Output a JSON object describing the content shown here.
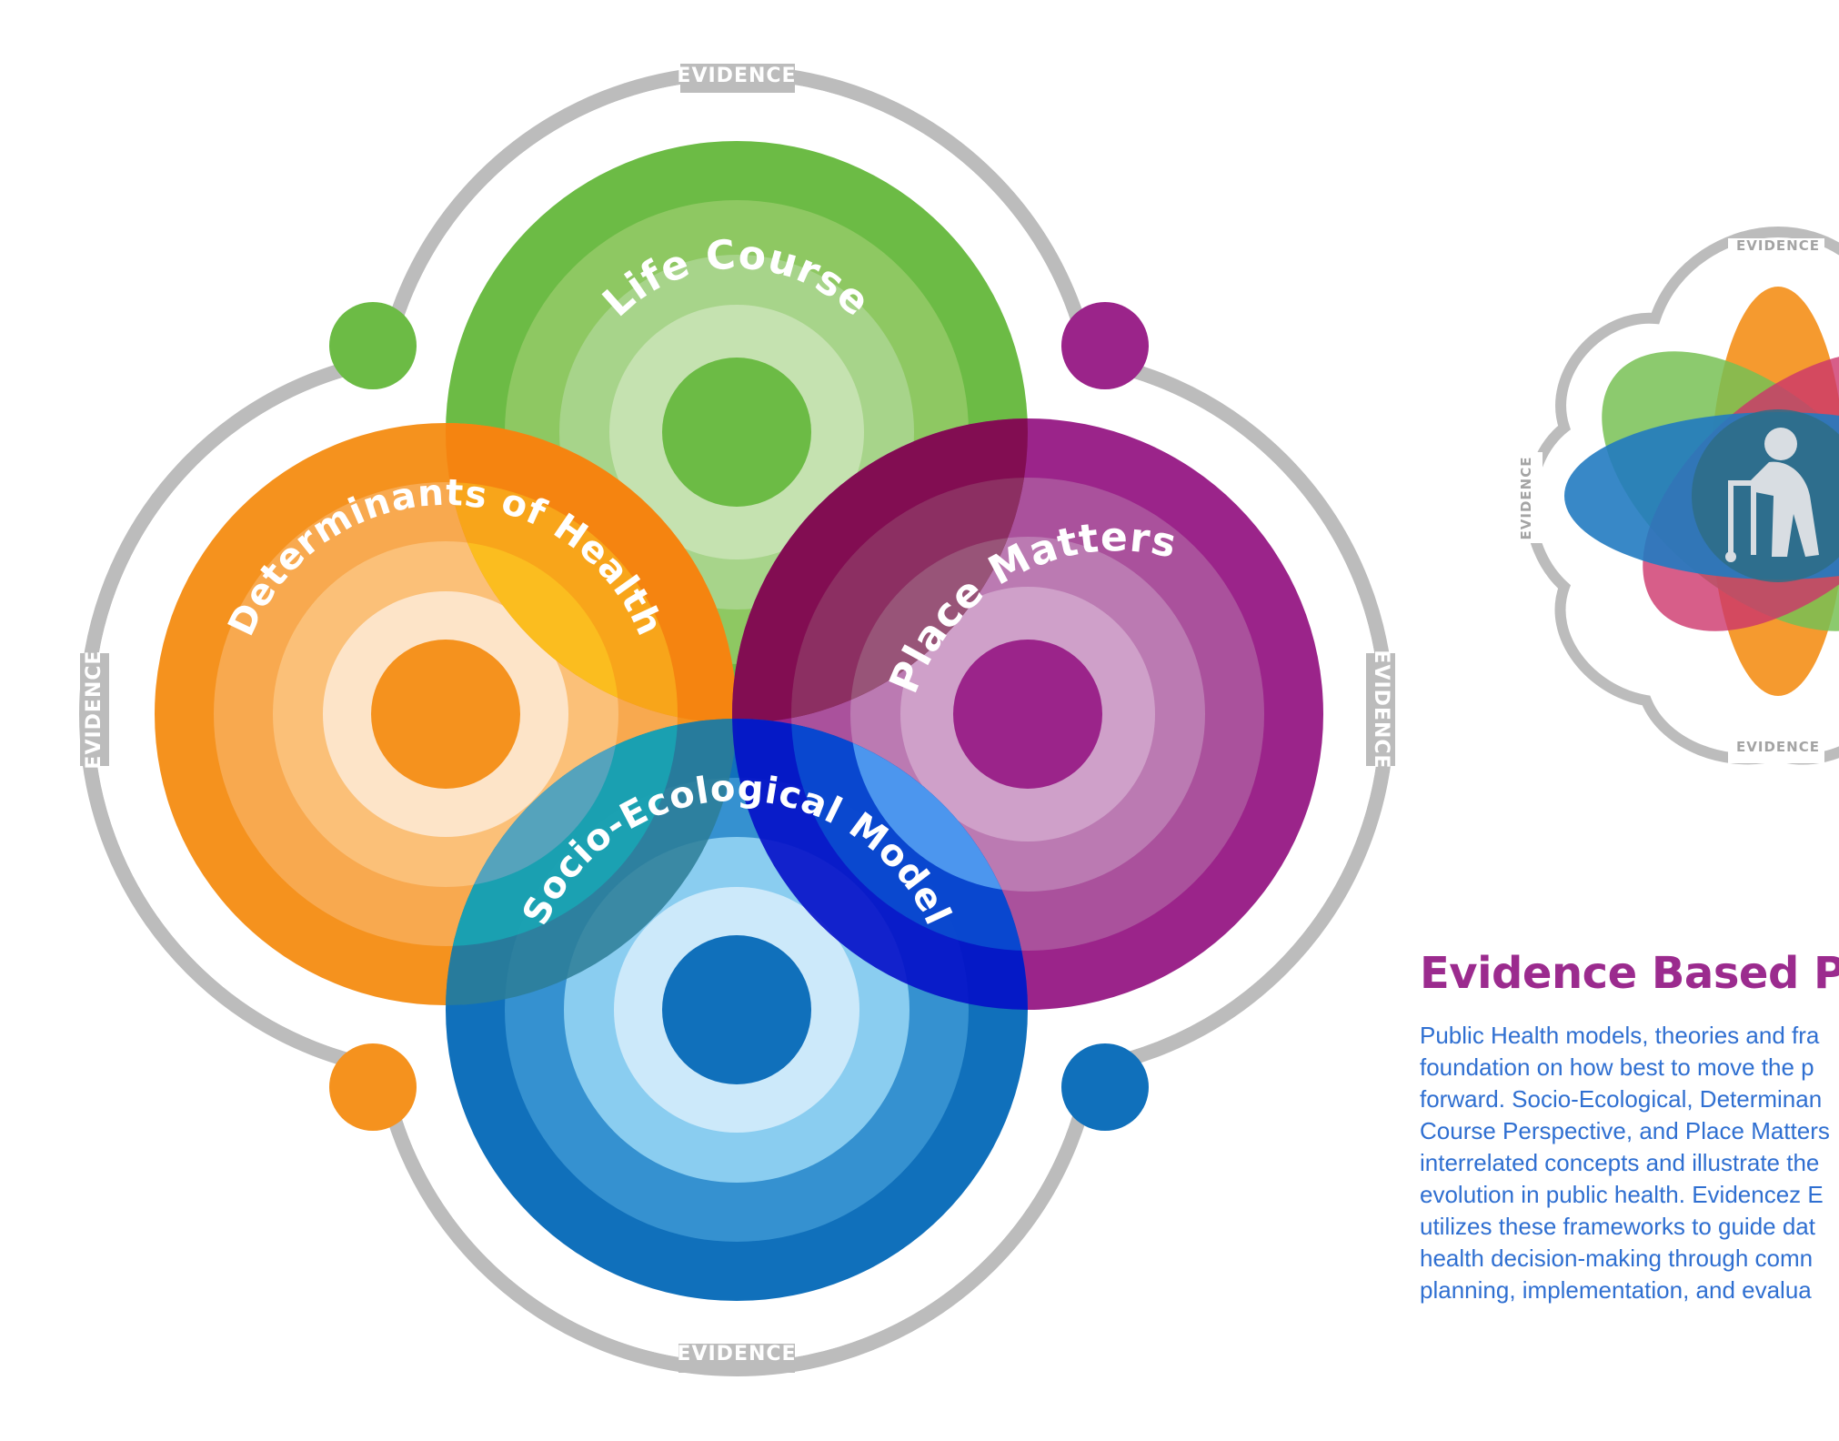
{
  "diagram": {
    "evidence_label": "EVIDENCE",
    "circles": [
      {
        "label": "Life Course",
        "color": "#6cbb45"
      },
      {
        "label": "Determinants of Health",
        "color": "#f5921e"
      },
      {
        "label": "Place Matters",
        "color": "#9b248a"
      },
      {
        "label": "Socio-Ecological Model",
        "color": "#1070bb"
      }
    ],
    "ring_color": "#bcbcbc"
  },
  "logo": {
    "evidence_label": "EVIDENCE",
    "icon": "person-with-walker-icon"
  },
  "text": {
    "heading": "Evidence Based Pu",
    "lines": [
      "Public Health models, theories and fra",
      "foundation on how best to move the p",
      "forward. Socio-Ecological, Determinan",
      "Course Perspective, and Place Matters",
      "interrelated concepts and illustrate the",
      "evolution in public health. Evidencez E",
      "utilizes these frameworks to guide dat",
      "health decision-making through comn",
      "planning, implementation, and evalua"
    ]
  }
}
